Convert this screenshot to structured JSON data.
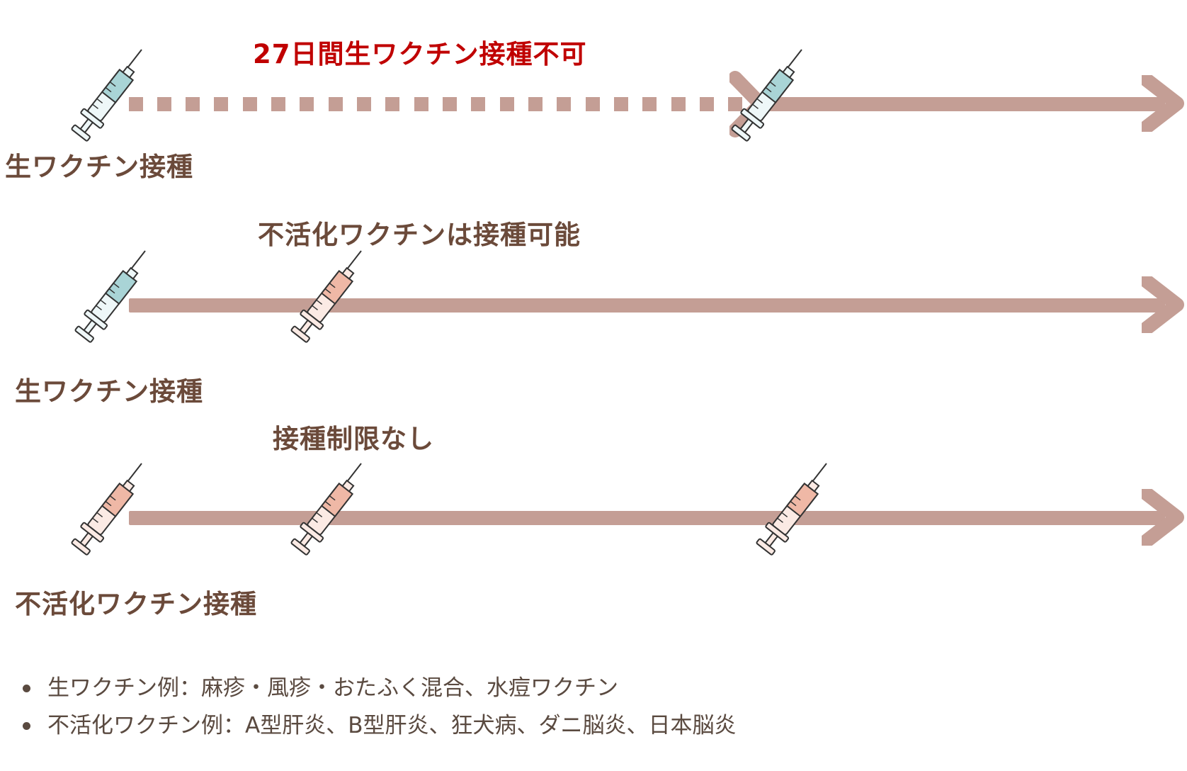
{
  "rows": [
    {
      "top_label": "27日間生ワクチン接種不可",
      "top_label_color": "#c00000",
      "bottom_label": "生ワクチン接種",
      "line_style": "dotted-then-solid",
      "syringes": [
        "live-blue",
        "live-blue"
      ]
    },
    {
      "top_label": "不活化ワクチンは接種可能",
      "top_label_color": "#6b4a3a",
      "bottom_label": "生ワクチン接種",
      "line_style": "solid",
      "syringes": [
        "live-blue",
        "inactivated-pink"
      ]
    },
    {
      "top_label": "接種制限なし",
      "top_label_color": "#6b4a3a",
      "bottom_label": "不活化ワクチン接種",
      "line_style": "solid",
      "syringes": [
        "inactivated-pink",
        "inactivated-pink",
        "inactivated-pink"
      ]
    }
  ],
  "notes": [
    "生ワクチン例：麻疹・風疹・おたふく混合、水痘ワクチン",
    "不活化ワクチン例：A型肝炎、B型肝炎、狂犬病、ダニ脳炎、日本脳炎"
  ],
  "colors": {
    "timeline": "#c49e95",
    "text_brown": "#6b4a3a",
    "warning_red": "#c00000",
    "live_vaccine": "#a9d4d6",
    "inactivated_vaccine": "#efb8a6"
  }
}
